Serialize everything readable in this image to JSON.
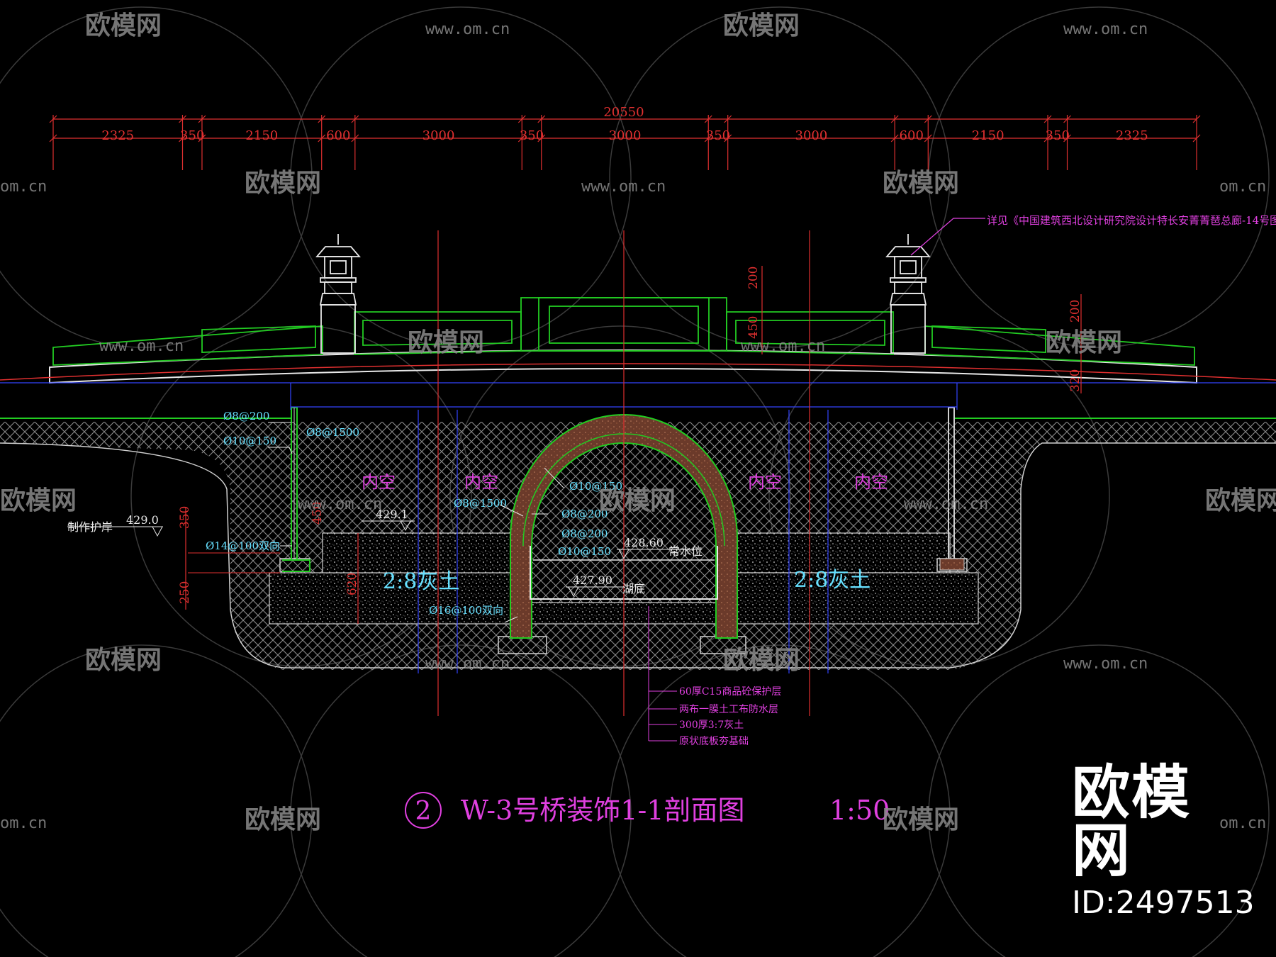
{
  "colors": {
    "background": "#000000",
    "dimension": "#e03030",
    "structure_green": "#22cc22",
    "structure_white": "#e8e8e8",
    "annotation_cyan": "#66e0ff",
    "label_magenta": "#e040e0",
    "grid_blue": "#3344ff",
    "watermark": "#8a8a8a"
  },
  "watermark": {
    "brand": "欧模网",
    "url": "www.om.cn",
    "url_short": "om.cn",
    "partial_brand": "欧模网"
  },
  "dimensions": {
    "overall": "20550",
    "segments": [
      "2325",
      "350",
      "2150",
      "600",
      "3000",
      "350",
      "3000",
      "350",
      "3000",
      "600",
      "2150",
      "350",
      "2325"
    ],
    "vertical": [
      "200",
      "450",
      "200",
      "320",
      "350",
      "450",
      "250",
      "620"
    ]
  },
  "reference_note": "详见《中国建筑西北设计研究院设计特长安菁菁琶总廊-14号图",
  "rebar": {
    "left_wall": [
      "Ø8@200",
      "Ø10@150",
      "Ø8@1500"
    ],
    "left_footing": "Ø14@100双向",
    "arch": [
      "Ø10@150",
      "Ø8@1500",
      "Ø8@200",
      "Ø8@200",
      "Ø10@150"
    ],
    "arch_base": "Ø16@100双向"
  },
  "labels": {
    "hollow": [
      "内空",
      "内空",
      "内空",
      "内空"
    ],
    "lime_soil_left": "2:8灰土",
    "lime_soil_right": "2:8灰土",
    "revetment": "制作护岸",
    "elev_revetment": "429.0",
    "elev_inner": "429.1",
    "elev_water": "428.60",
    "water_level": "常水位",
    "elev_bottom": "427.90",
    "lake_bottom": "湖底"
  },
  "layers": [
    "60厚C15商品砼保护层",
    "两布一膜土工布防水层",
    "300厚3:7灰土",
    "原状底板夯基础"
  ],
  "title": {
    "number": "2",
    "text": "W-3号桥装饰1-1剖面图",
    "scale": "1:50"
  },
  "brand_panel": {
    "name": "欧模网",
    "id": "ID:2497513"
  }
}
